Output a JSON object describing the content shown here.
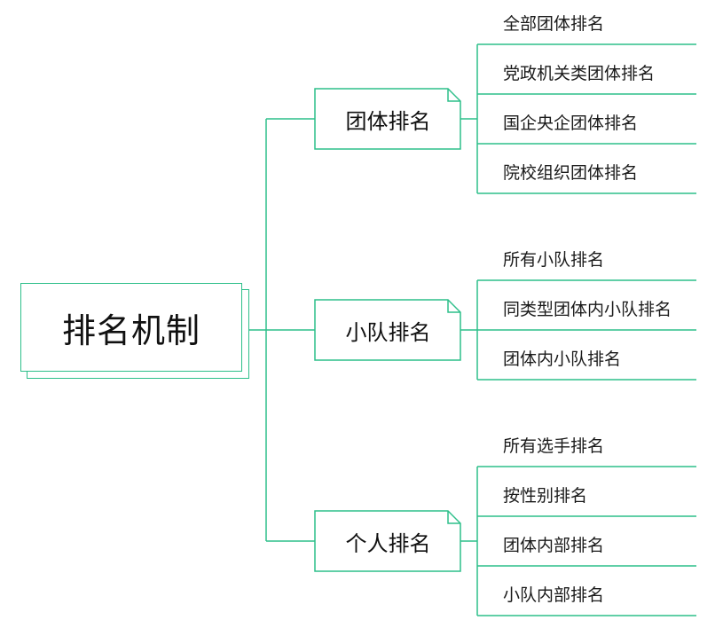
{
  "root": {
    "label": "排名机制"
  },
  "groups": [
    {
      "label": "团体排名",
      "items": [
        "全部团体排名",
        "党政机关类团体排名",
        "国企央企团体排名",
        "院校组织团体排名"
      ]
    },
    {
      "label": "小队排名",
      "items": [
        "所有小队排名",
        "同类型团体内小队排名",
        "团体内小队排名"
      ]
    },
    {
      "label": "个人排名",
      "items": [
        "所有选手排名",
        "按性别排名",
        "团体内部排名",
        "小队内部排名"
      ]
    }
  ],
  "colors": {
    "line": "#2dbf8a",
    "text": "#1a1a1a"
  }
}
